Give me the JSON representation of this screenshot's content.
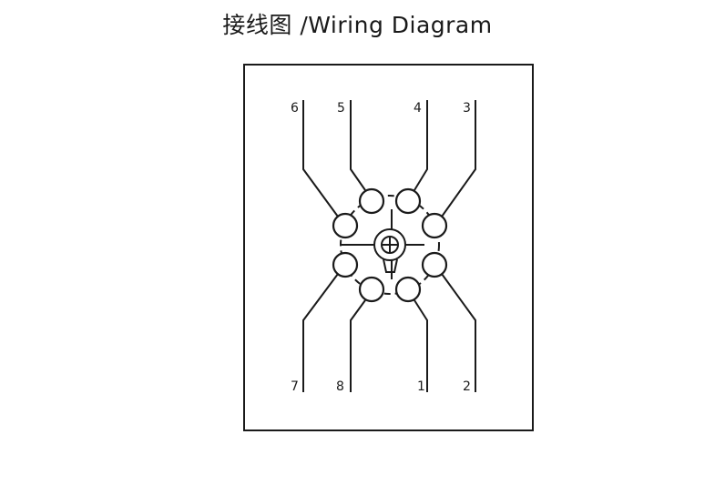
{
  "title": "接线图 /Wiring Diagram",
  "pins": [
    {
      "label": "6",
      "id": "pin-6"
    },
    {
      "label": "5",
      "id": "pin-5"
    },
    {
      "label": "4",
      "id": "pin-4"
    },
    {
      "label": "3",
      "id": "pin-3"
    },
    {
      "label": "7",
      "id": "pin-7"
    },
    {
      "label": "8",
      "id": "pin-8"
    },
    {
      "label": "1",
      "id": "pin-1"
    },
    {
      "label": "2",
      "id": "pin-2"
    }
  ],
  "colors": {
    "line": "#1a1a1a",
    "background": "#ffffff"
  }
}
